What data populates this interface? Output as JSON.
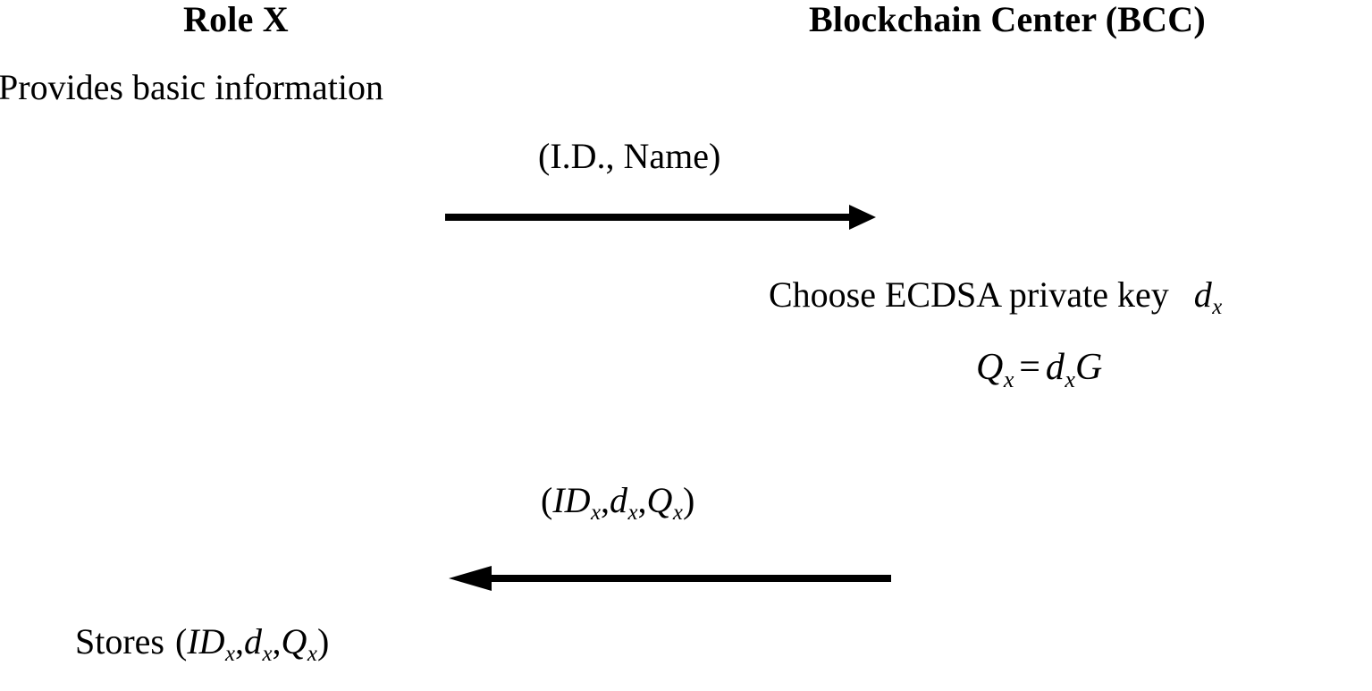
{
  "diagram": {
    "type": "sequence-diagram",
    "background_color": "#ffffff",
    "ink_color": "#000000",
    "participants": [
      {
        "id": "role-x",
        "label": "Role X",
        "side": "left"
      },
      {
        "id": "bcc",
        "label": "Blockchain Center (BCC)",
        "side": "right"
      }
    ],
    "notes": [
      {
        "id": "provides",
        "text": "Provides basic information",
        "side": "left"
      },
      {
        "id": "choose-key",
        "text_plain": "Choose ECDSA private key",
        "side": "right"
      },
      {
        "id": "stores",
        "text_plain": "Stores",
        "side": "left"
      }
    ],
    "messages": [
      {
        "id": "msg-1",
        "label": "(I.D., Name)",
        "direction": "left-to-right",
        "from": "role-x",
        "to": "bcc"
      },
      {
        "id": "msg-2",
        "label": "(ID_x, d_x, Q_x)",
        "direction": "right-to-left",
        "from": "bcc",
        "to": "role-x"
      }
    ],
    "equations": [
      {
        "id": "qx",
        "text": "Q_x = d_x G"
      }
    ],
    "symbols": {
      "private_key": "d",
      "public_key": "Q",
      "identity": "ID",
      "generator": "G",
      "subscript": "x",
      "equals": "=",
      "open_paren": "(",
      "close_paren": ")",
      "comma": ","
    }
  }
}
